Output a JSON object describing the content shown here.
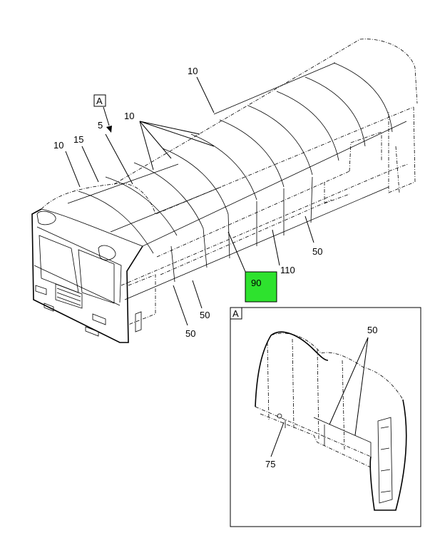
{
  "callouts": {
    "c10_top": "10",
    "c10_mid": "10",
    "c10_left": "10",
    "c15": "15",
    "c5": "5",
    "c90": "90",
    "c110": "110",
    "c50_right": "50",
    "c50_mid": "50",
    "c50_low": "50",
    "c50_inset": "50",
    "c75": "75"
  },
  "view_marker": "A",
  "inset_marker": "A",
  "colors": {
    "highlight": "#2ee22e",
    "line": "#000000"
  }
}
